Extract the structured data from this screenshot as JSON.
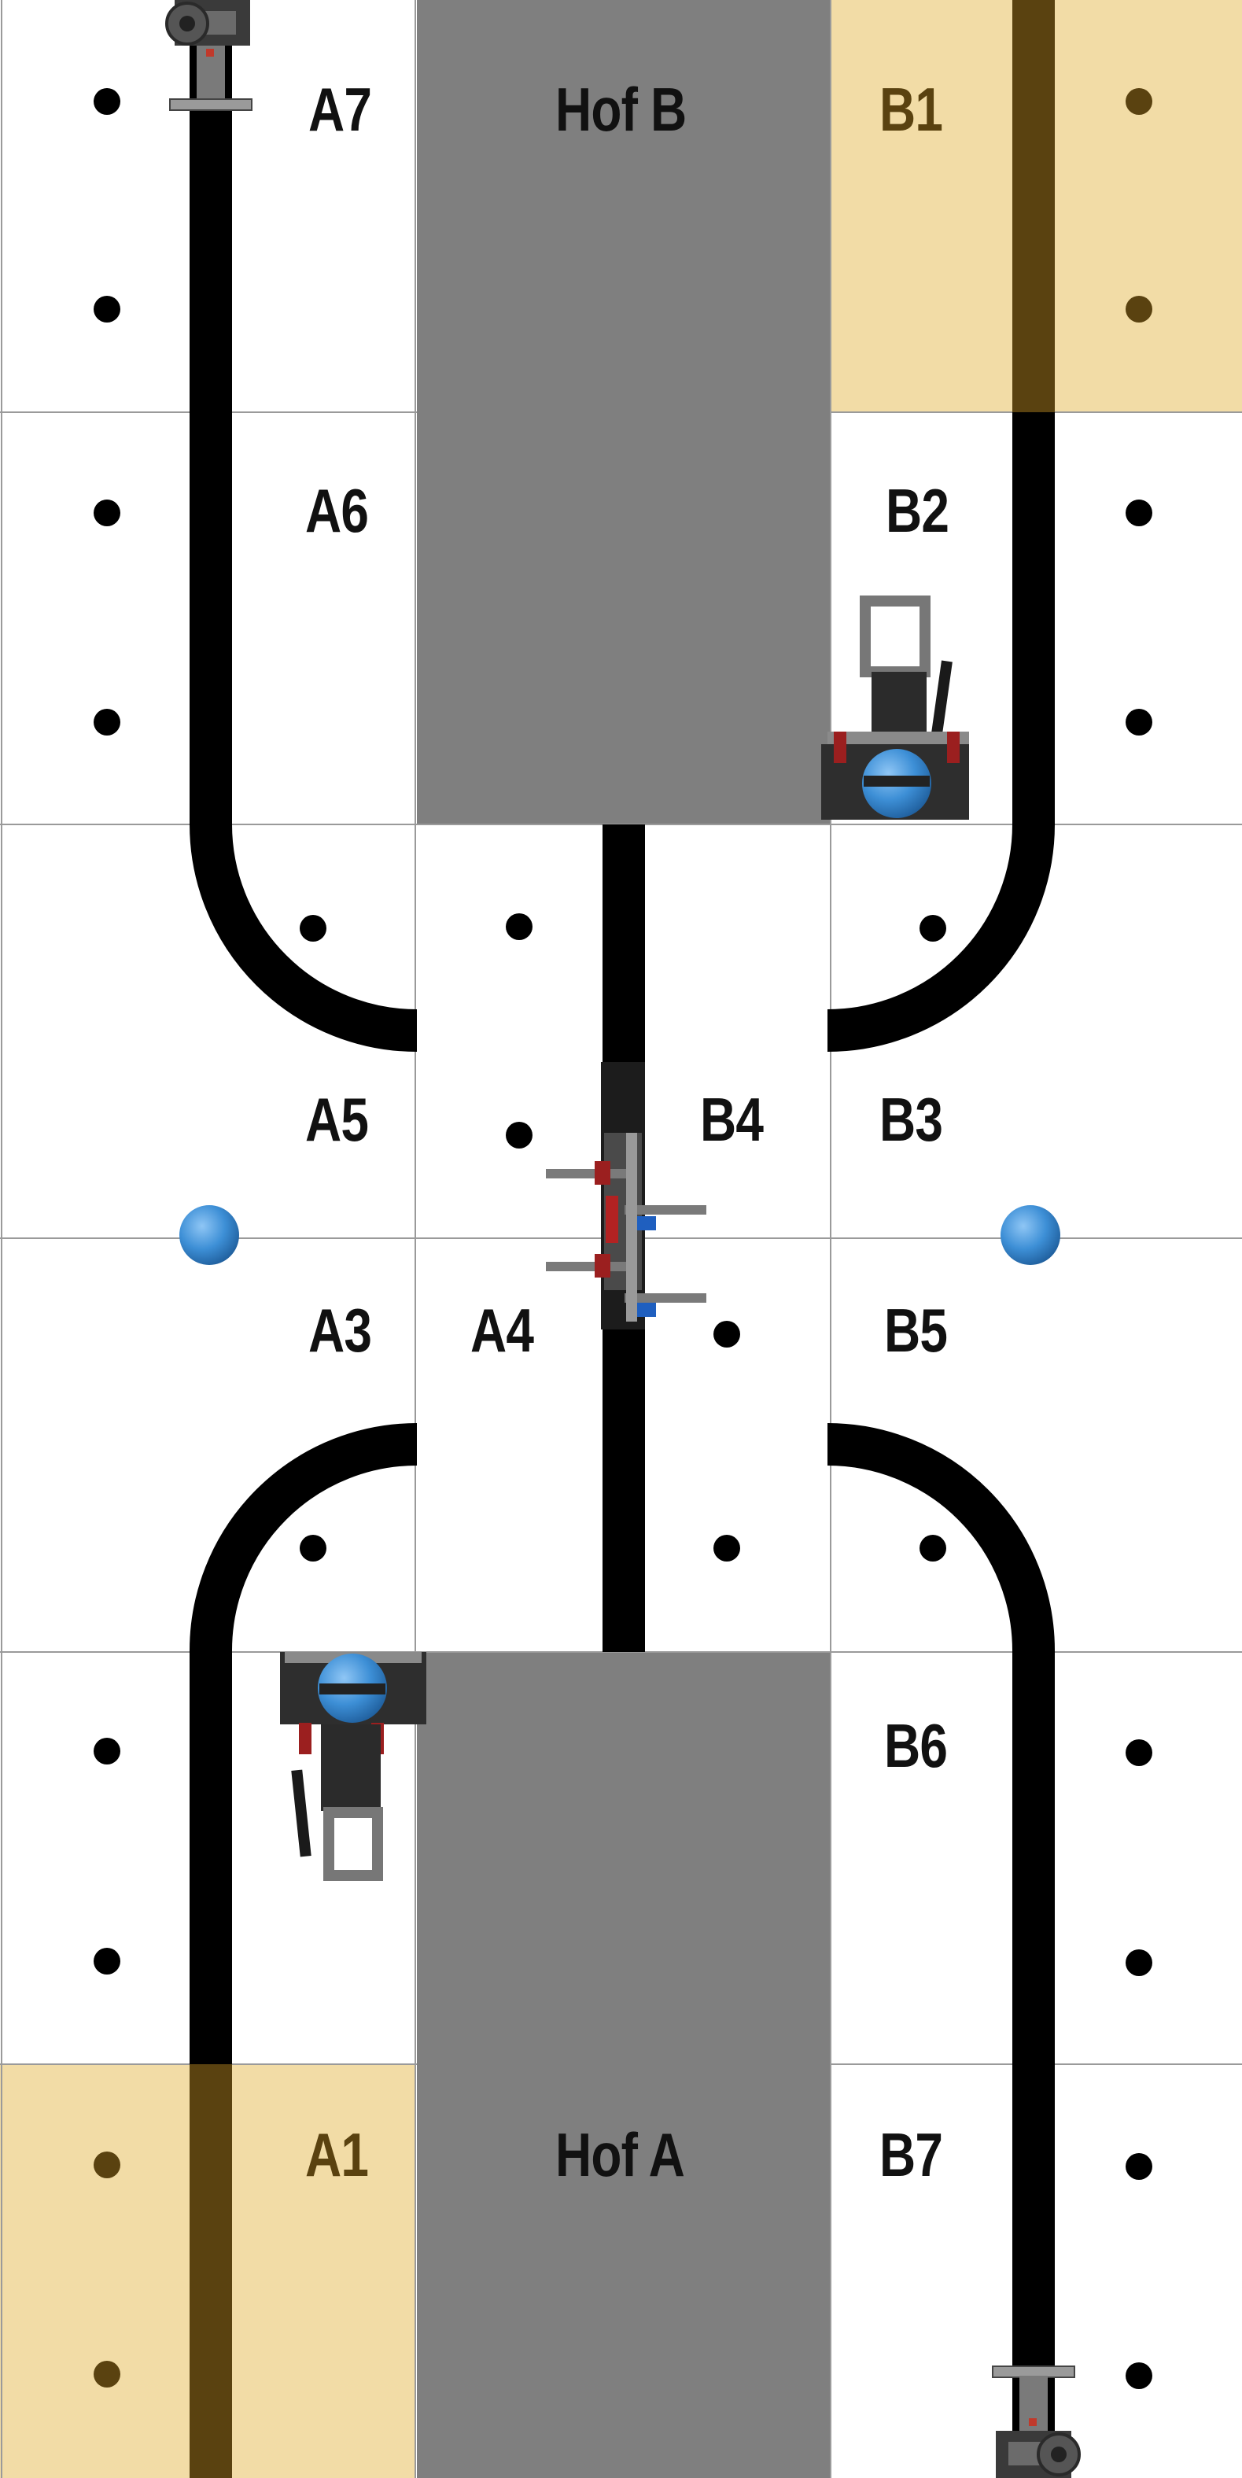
{
  "board": {
    "zones": {
      "a1": "A1",
      "a3": "A3",
      "a4": "A4",
      "a5": "A5",
      "a6": "A6",
      "a7": "A7",
      "b1": "B1",
      "b2": "B2",
      "b3": "B3",
      "b4": "B4",
      "b5": "B5",
      "b6": "B6",
      "b7": "B7",
      "hof_a": "Hof A",
      "hof_b": "Hof B"
    },
    "colors": {
      "tile": "#ffffff",
      "hof": "#7f7f7f",
      "start_zone": "#f2dca6",
      "start_line": "#5a4210",
      "track": "#000000",
      "ball": "#3d8fd6"
    },
    "objects": [
      "robot-top-left",
      "robot-b2",
      "robot-a-bottom",
      "robot-bottom-right",
      "robot-center",
      "ball-left",
      "ball-right"
    ]
  }
}
